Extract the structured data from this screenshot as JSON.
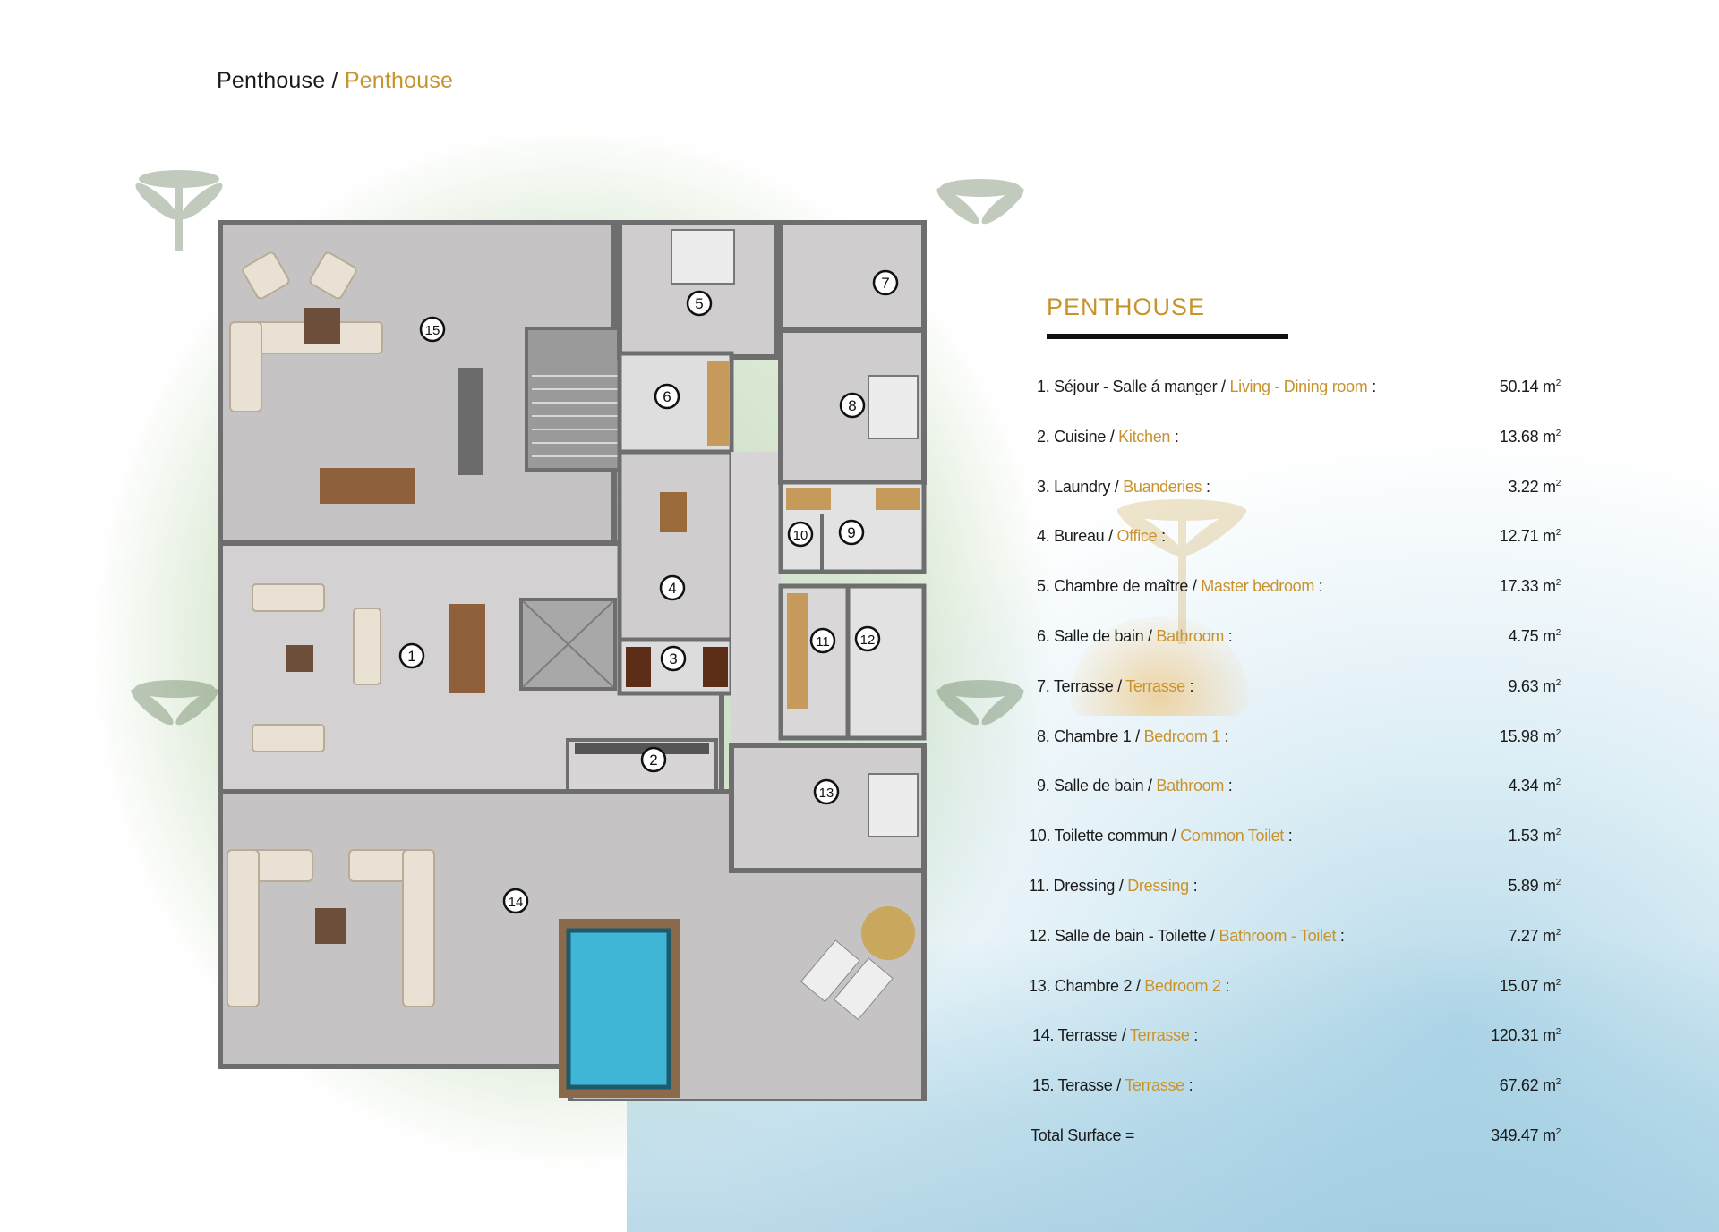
{
  "header": {
    "title_fr": "Penthouse",
    "separator": "/",
    "title_en": "Penthouse"
  },
  "legend": {
    "title": "PENTHOUSE",
    "rooms": [
      {
        "num": "1.",
        "fr": "Séjour - Salle á manger",
        "en": "Living - Dining room",
        "suffix": ":",
        "area": "50.14 m",
        "unit_sup": "2"
      },
      {
        "num": "2.",
        "fr": "Cuisine ",
        "en": "Kitchen",
        "suffix": ":",
        "area": "13.68 m",
        "unit_sup": "2"
      },
      {
        "num": "3.",
        "fr": "Laundry ",
        "en": "Buanderies",
        "suffix": ":",
        "area": "3.22 m",
        "unit_sup": "2"
      },
      {
        "num": "4.",
        "fr": "Bureau ",
        "en": "Office",
        "suffix": ":",
        "area": "12.71 m",
        "unit_sup": "2"
      },
      {
        "num": "5. ",
        "fr": "Chambre de maître",
        "en": "Master bedroom",
        "suffix": ":",
        "area": "17.33 m",
        "unit_sup": "2"
      },
      {
        "num": "6.",
        "fr": "Salle de bain ",
        "en": "Bathroom",
        "suffix": " :",
        "area": "4.75 m",
        "unit_sup": "2"
      },
      {
        "num": "7.",
        "fr": "Terrasse",
        "en": "Terrasse",
        "suffix": ":",
        "area": "9.63 m",
        "unit_sup": "2"
      },
      {
        "num": "8.",
        "fr": "Chambre 1",
        "en": "Bedroom 1",
        "suffix": ":",
        "area": "15.98 m",
        "unit_sup": "2"
      },
      {
        "num": "9.",
        "fr": "Salle de bain ",
        "en": "Bathroom",
        "suffix": " :",
        "area": "4.34 m",
        "unit_sup": "2"
      },
      {
        "num": "10.",
        "fr": "Toilette commun",
        "en": "Common Toilet",
        "suffix": ":",
        "area": "1.53 m",
        "unit_sup": "2"
      },
      {
        "num": "11.",
        "fr": "Dressing",
        "en": "Dressing",
        "suffix": ":",
        "area": "5.89 m",
        "unit_sup": "2"
      },
      {
        "num": "12.",
        "fr": "Salle de bain - Toilette",
        "en": "Bathroom - Toilet",
        "suffix": ":",
        "area": "7.27 m",
        "unit_sup": "2"
      },
      {
        "num": "13.",
        "fr": "Chambre 2",
        "en": "Bedroom 2",
        "suffix": ":",
        "area": "15.07 m",
        "unit_sup": "2"
      },
      {
        "num": "14.",
        "fr": "Terrasse",
        "en": "Terrasse",
        "suffix": ":",
        "area": "120.31 m",
        "unit_sup": "2"
      },
      {
        "num": "15.",
        "fr": "Terasse",
        "en": "Terrasse",
        "suffix": ":",
        "area": "67.62 m",
        "unit_sup": "2"
      }
    ],
    "total_label": "Total  Surface =",
    "total_area": "349.47 m",
    "total_sup": "2"
  },
  "plan": {
    "markers": [
      "1",
      "2",
      "3",
      "4",
      "5",
      "6",
      "7",
      "8",
      "9",
      "10",
      "11",
      "12",
      "13",
      "14",
      "15"
    ]
  },
  "colors": {
    "accent": "#c8932c",
    "text": "#1a1a1a",
    "wall": "#6e6e6e",
    "floor": "#c9c7c7",
    "pool": "#3fb6d6"
  }
}
